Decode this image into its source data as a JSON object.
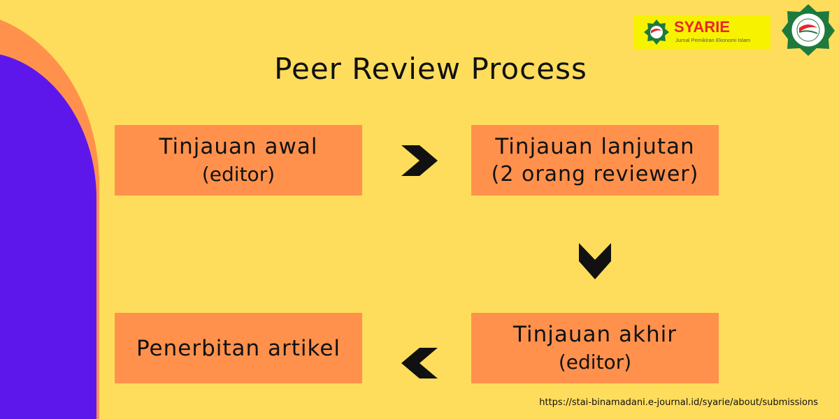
{
  "title": "Peer Review Process",
  "colors": {
    "background": "#FFDD5C",
    "box": "#FF914D",
    "purple": "#5D17EB",
    "accent_orange": "#FF914D",
    "arrow": "#111111"
  },
  "logo": {
    "name": "SYARIE",
    "subtitle": "Jurnal Pemikiran Ekonomi Islam"
  },
  "steps": [
    {
      "line1": "Tinjauan awal",
      "line2": "(editor)"
    },
    {
      "line1": "Tinjauan lanjutan",
      "line2": "(2 orang reviewer)"
    },
    {
      "line1": "Tinjauan akhir",
      "line2": "(editor)"
    },
    {
      "line1": "Penerbitan artikel",
      "line2": ""
    }
  ],
  "icons": {
    "arrows": [
      "chevron-right-icon",
      "chevron-down-icon",
      "chevron-left-icon"
    ],
    "emblems": [
      "syarie-emblem-icon",
      "institution-seal-icon"
    ]
  },
  "url": "https://stai-binamadani.e-journal.id/syarie/about/submissions"
}
